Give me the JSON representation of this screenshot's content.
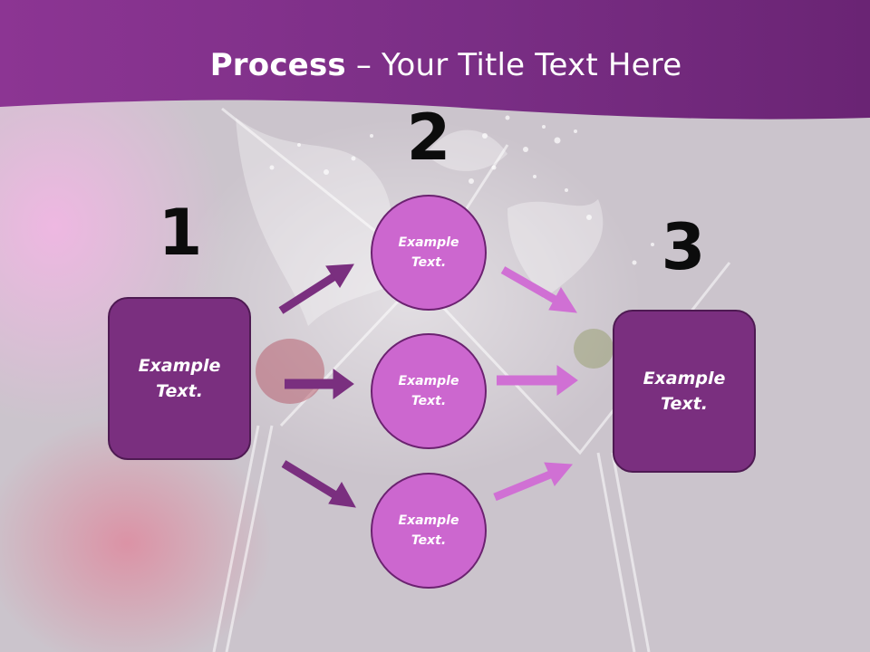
{
  "slide": {
    "title_bold": "Process",
    "title_rest": " – Your Title Text Here",
    "steps": [
      "1",
      "2",
      "3"
    ],
    "left_box": "Example\nText.",
    "circles": [
      "Example\nText.",
      "Example\nText.",
      "Example\nText."
    ],
    "right_box": "Example\nText."
  },
  "colors": {
    "header_band": "#7b2f85",
    "box_fill": "#7a2f7f",
    "circle_fill": "#cc67cf",
    "left_arrows": "#7a2f7f",
    "right_arrows": "#d070d4",
    "number_text": "#0c0c0c"
  },
  "icons": [
    "arrow-right-icon",
    "arrow-up-right-icon",
    "arrow-down-right-icon"
  ]
}
